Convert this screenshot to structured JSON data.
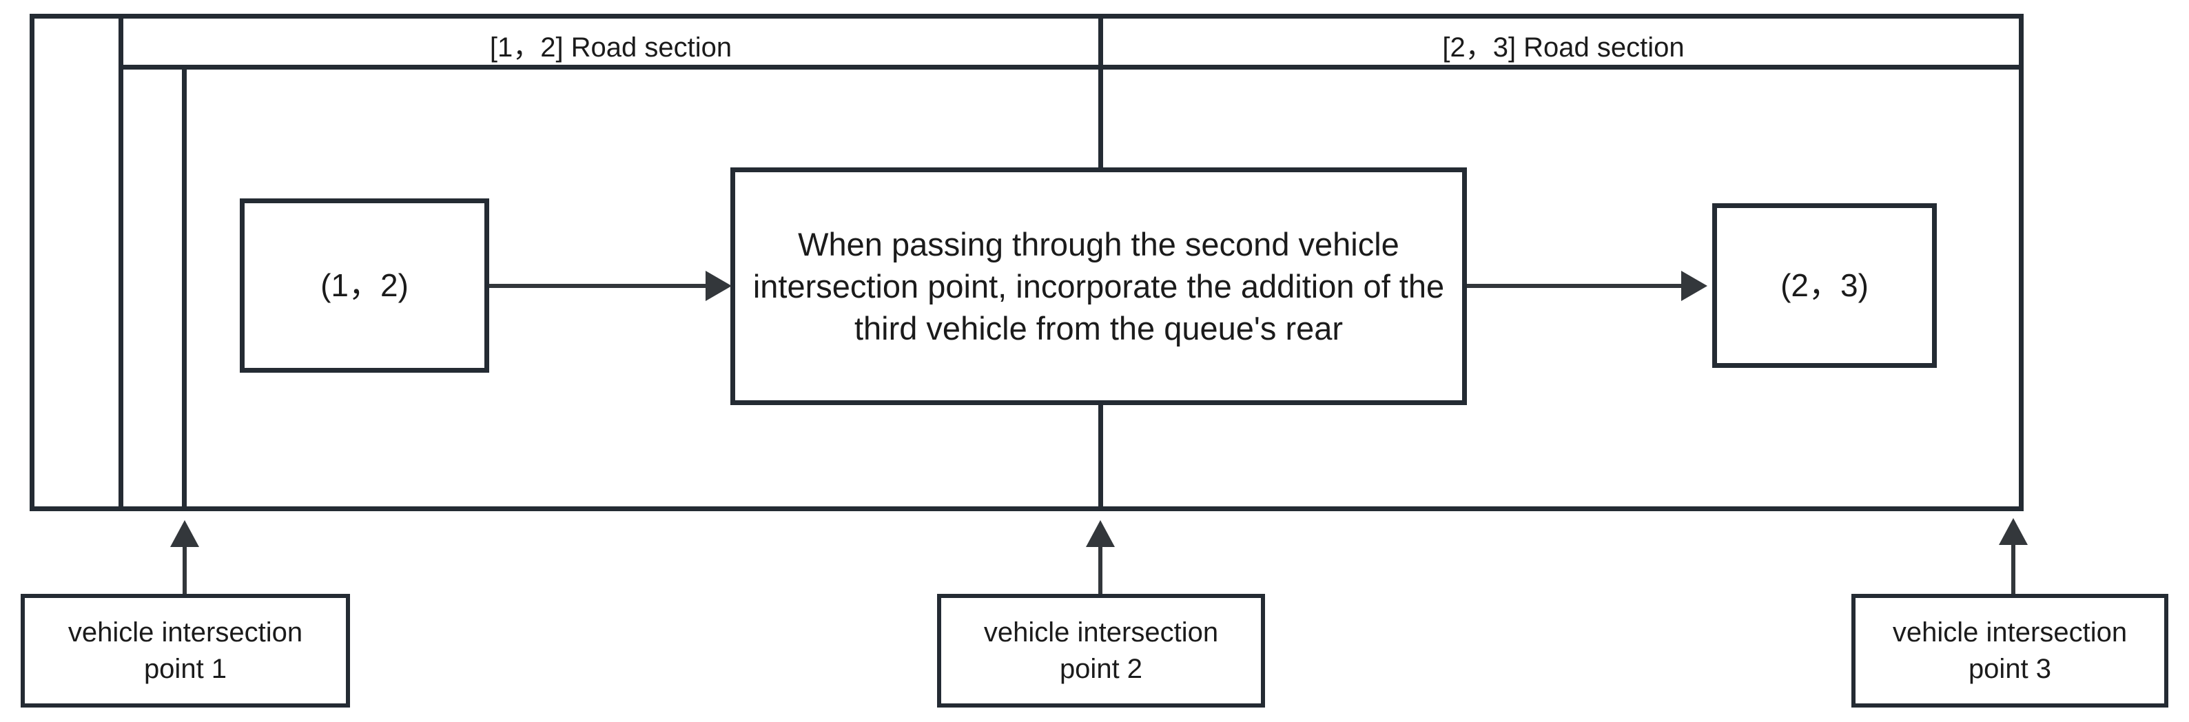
{
  "diagram": {
    "title": "Vehicle intersection road-section state transition",
    "colors": {
      "stroke": "#242b33",
      "arrow": "#33373b",
      "text": "#1b1b1b",
      "background": "#ffffff"
    },
    "road": {
      "sections": [
        {
          "id": "section-12",
          "label": "[1，2] Road section"
        },
        {
          "id": "section-23",
          "label": "[2，3] Road section"
        }
      ]
    },
    "states": [
      {
        "id": "state-12",
        "label": "(1，2)"
      },
      {
        "id": "state-transition",
        "label": "When passing through the second vehicle intersection point, incorporate the addition of the third vehicle from the queue's rear"
      },
      {
        "id": "state-23",
        "label": "(2，3)"
      }
    ],
    "intersection_points": [
      {
        "id": "point-1",
        "label": "vehicle intersection point 1"
      },
      {
        "id": "point-2",
        "label": "vehicle intersection point 2"
      },
      {
        "id": "point-3",
        "label": "vehicle intersection point 3"
      }
    ],
    "flow_arrows": [
      {
        "id": "arrow-state12-to-transition",
        "from": "state-12",
        "to": "state-transition",
        "direction": "right"
      },
      {
        "id": "arrow-transition-to-state23",
        "from": "state-transition",
        "to": "state-23",
        "direction": "right"
      }
    ],
    "callout_arrows": [
      {
        "id": "callout-arrow-1",
        "from": "point-1",
        "direction": "up"
      },
      {
        "id": "callout-arrow-2",
        "from": "point-2",
        "direction": "up"
      },
      {
        "id": "callout-arrow-3",
        "from": "point-3",
        "direction": "up"
      }
    ]
  }
}
